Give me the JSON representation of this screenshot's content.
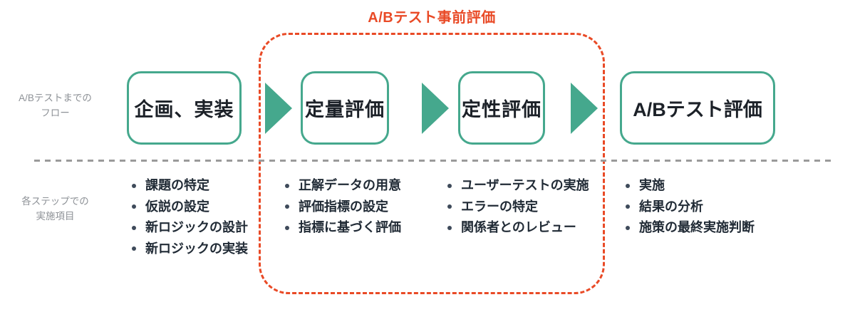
{
  "title": "A/Bテスト事前評価",
  "colors": {
    "teal": "#45a88d",
    "red": "#e94a26",
    "row_label_gray": "#8e9297",
    "divider_gray": "#9a9a9a",
    "text_dark": "#212b36"
  },
  "row_labels": {
    "flow": {
      "line1": "A/Bテストまでの",
      "line2": "フロー"
    },
    "items": {
      "line1": "各ステップでの",
      "line2": "実施項目"
    }
  },
  "steps": [
    {
      "box_label": "企画、実装",
      "tasks": [
        "課題の特定",
        "仮説の設定",
        "新ロジックの設計",
        "新ロジックの実装"
      ]
    },
    {
      "box_label": "定量評価",
      "tasks": [
        "正解データの用意",
        "評価指標の設定",
        "指標に基づく評価"
      ]
    },
    {
      "box_label": "定性評価",
      "tasks": [
        "ユーザーテストの実施",
        "エラーの特定",
        "関係者とのレビュー"
      ]
    },
    {
      "box_label": "A/Bテスト評価",
      "tasks": [
        "実施",
        "結果の分析",
        "施策の最終実施判断"
      ]
    }
  ]
}
